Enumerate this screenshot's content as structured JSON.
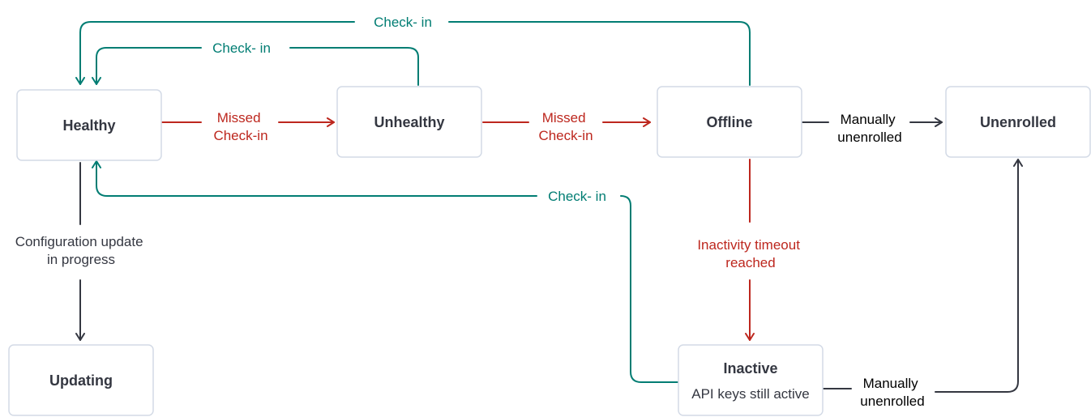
{
  "colors": {
    "checkin": "#017d73",
    "missed": "#bd271e",
    "neutral": "#343741",
    "box_border": "#d3dae6"
  },
  "nodes": {
    "healthy": {
      "title": "Healthy"
    },
    "unhealthy": {
      "title": "Unhealthy"
    },
    "offline": {
      "title": "Offline"
    },
    "unenrolled": {
      "title": "Unenrolled"
    },
    "updating": {
      "title": "Updating"
    },
    "inactive": {
      "title": "Inactive",
      "subtitle": "API keys still active"
    }
  },
  "edges": {
    "offline_to_healthy": {
      "label": "Check- in",
      "kind": "checkin"
    },
    "unhealthy_to_healthy": {
      "label": "Check- in",
      "kind": "checkin"
    },
    "healthy_to_unhealthy": {
      "label_line1": "Missed",
      "label_line2": "Check-in",
      "kind": "missed"
    },
    "unhealthy_to_offline": {
      "label_line1": "Missed",
      "label_line2": "Check-in",
      "kind": "missed"
    },
    "offline_to_unenrolled": {
      "label_line1": "Manually",
      "label_line2": "unenrolled",
      "kind": "neutral"
    },
    "inactive_to_healthy": {
      "label": "Check- in",
      "kind": "checkin"
    },
    "healthy_to_updating": {
      "label_line1": "Configuration update",
      "label_line2": "in progress",
      "kind": "neutral"
    },
    "offline_to_inactive": {
      "label_line1": "Inactivity timeout",
      "label_line2": "reached",
      "kind": "missed"
    },
    "inactive_to_unenrolled": {
      "label_line1": "Manually",
      "label_line2": "unenrolled",
      "kind": "neutral"
    }
  }
}
